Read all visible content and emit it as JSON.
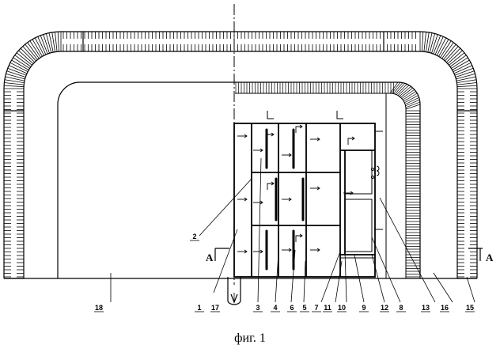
{
  "figure": {
    "caption": "фиг. 1",
    "section_marker": "A",
    "labels": [
      "1",
      "2",
      "3",
      "4",
      "5",
      "6",
      "7",
      "8",
      "9",
      "10",
      "11",
      "12",
      "13",
      "15",
      "16",
      "17",
      "18"
    ]
  },
  "colors": {
    "line": "#000000",
    "background": "#ffffff"
  }
}
